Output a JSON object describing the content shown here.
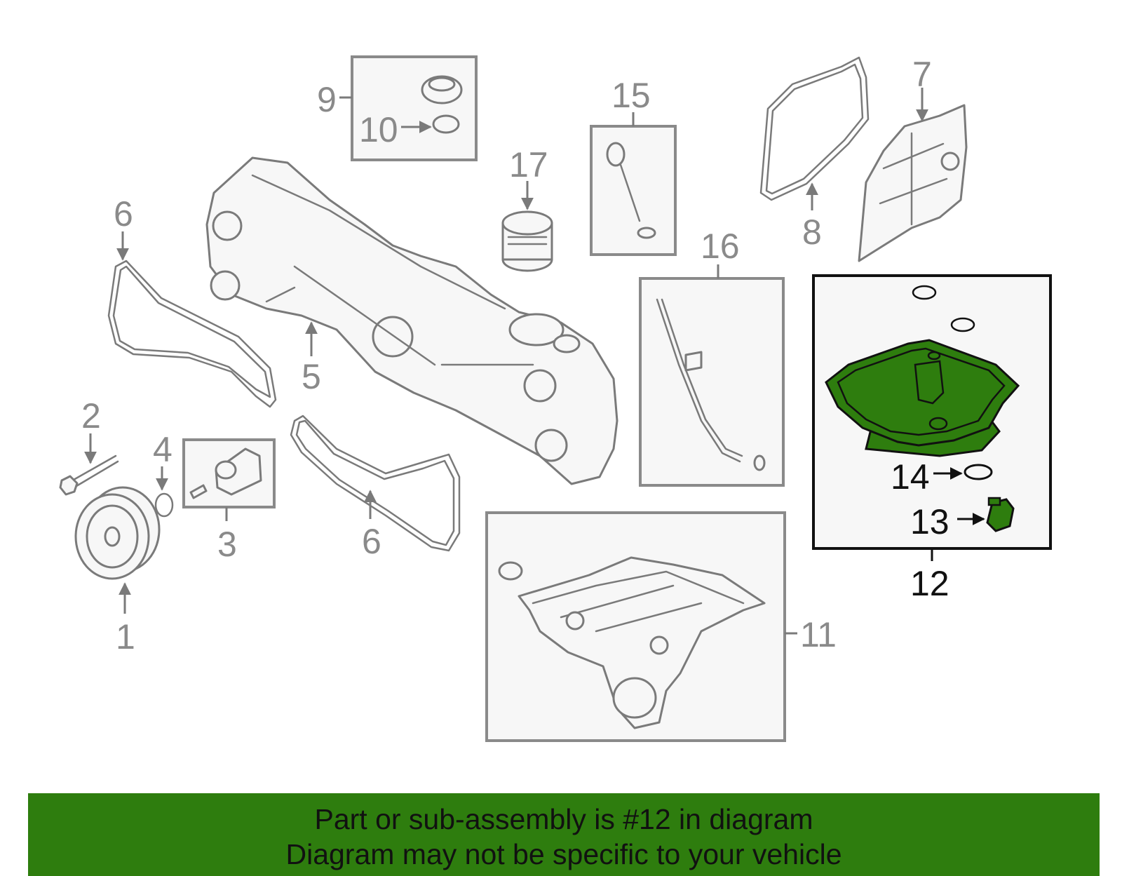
{
  "callouts": {
    "c1": "1",
    "c2": "2",
    "c3": "3",
    "c4": "4",
    "c5": "5",
    "c6a": "6",
    "c6b": "6",
    "c7": "7",
    "c8": "8",
    "c9": "9",
    "c10": "10",
    "c11": "11",
    "c12": "12",
    "c13": "13",
    "c14": "14",
    "c15": "15",
    "c16": "16",
    "c17": "17"
  },
  "highlight": {
    "part": "12",
    "color": "#2e7d0e"
  },
  "banner": {
    "line1": "Part or sub-assembly is #12 in diagram",
    "line2": "Diagram may not be specific to your vehicle",
    "background": "#2e7d0e"
  }
}
